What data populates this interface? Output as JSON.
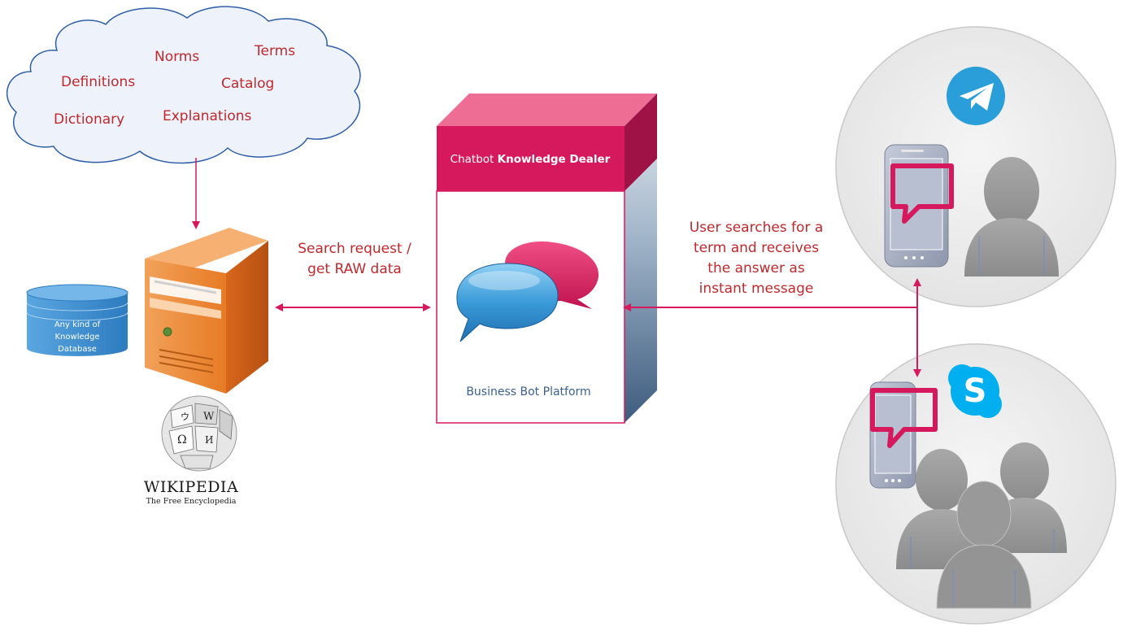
{
  "cloud": {
    "words": {
      "norms": "Norms",
      "terms": "Terms",
      "definitions": "Definitions",
      "catalog": "Catalog",
      "dictionary": "Dictionary",
      "explanations": "Explanations"
    }
  },
  "database": {
    "line1": "Any kind of",
    "line2": "Knowledge",
    "line3": "Database"
  },
  "wikipedia": {
    "title": "WIKIPEDIA",
    "subtitle": "The Free Encyclopedia"
  },
  "search_label": {
    "line1": "Search request /",
    "line2": "get RAW data"
  },
  "bot_box": {
    "title_normal": "Chatbot ",
    "title_bold": "Knowledge Dealer",
    "footer": "Business Bot Platform"
  },
  "user_label": {
    "line1": "User searches for a",
    "line2": "term and receives",
    "line3": "the answer as",
    "line4": "instant message"
  },
  "colors": {
    "accent": "#d6195c",
    "text_red": "#c0282d",
    "server_orange": "#e87722",
    "db_blue": "#3c8fd1",
    "telegram": "#2a9ed8",
    "skype": "#00aff0"
  }
}
